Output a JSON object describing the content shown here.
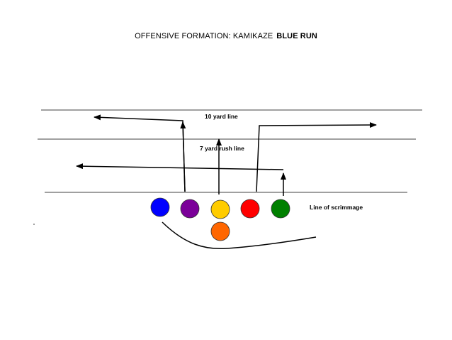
{
  "title": {
    "main": "OFFENSIVE FORMATION: KAMIKAZE",
    "play": "BLUE RUN"
  },
  "labels": {
    "ten_yard": "10 yard line",
    "seven_yard": "7 yard rush line",
    "scrimmage": "Line of scrimmage"
  },
  "players": [
    {
      "name": "blue",
      "color": "#0000ff"
    },
    {
      "name": "purple",
      "color": "#7b0099"
    },
    {
      "name": "yellow",
      "color": "#ffcc00"
    },
    {
      "name": "red",
      "color": "#ff0000"
    },
    {
      "name": "green",
      "color": "#008000"
    },
    {
      "name": "orange",
      "color": "#ff6600"
    }
  ]
}
